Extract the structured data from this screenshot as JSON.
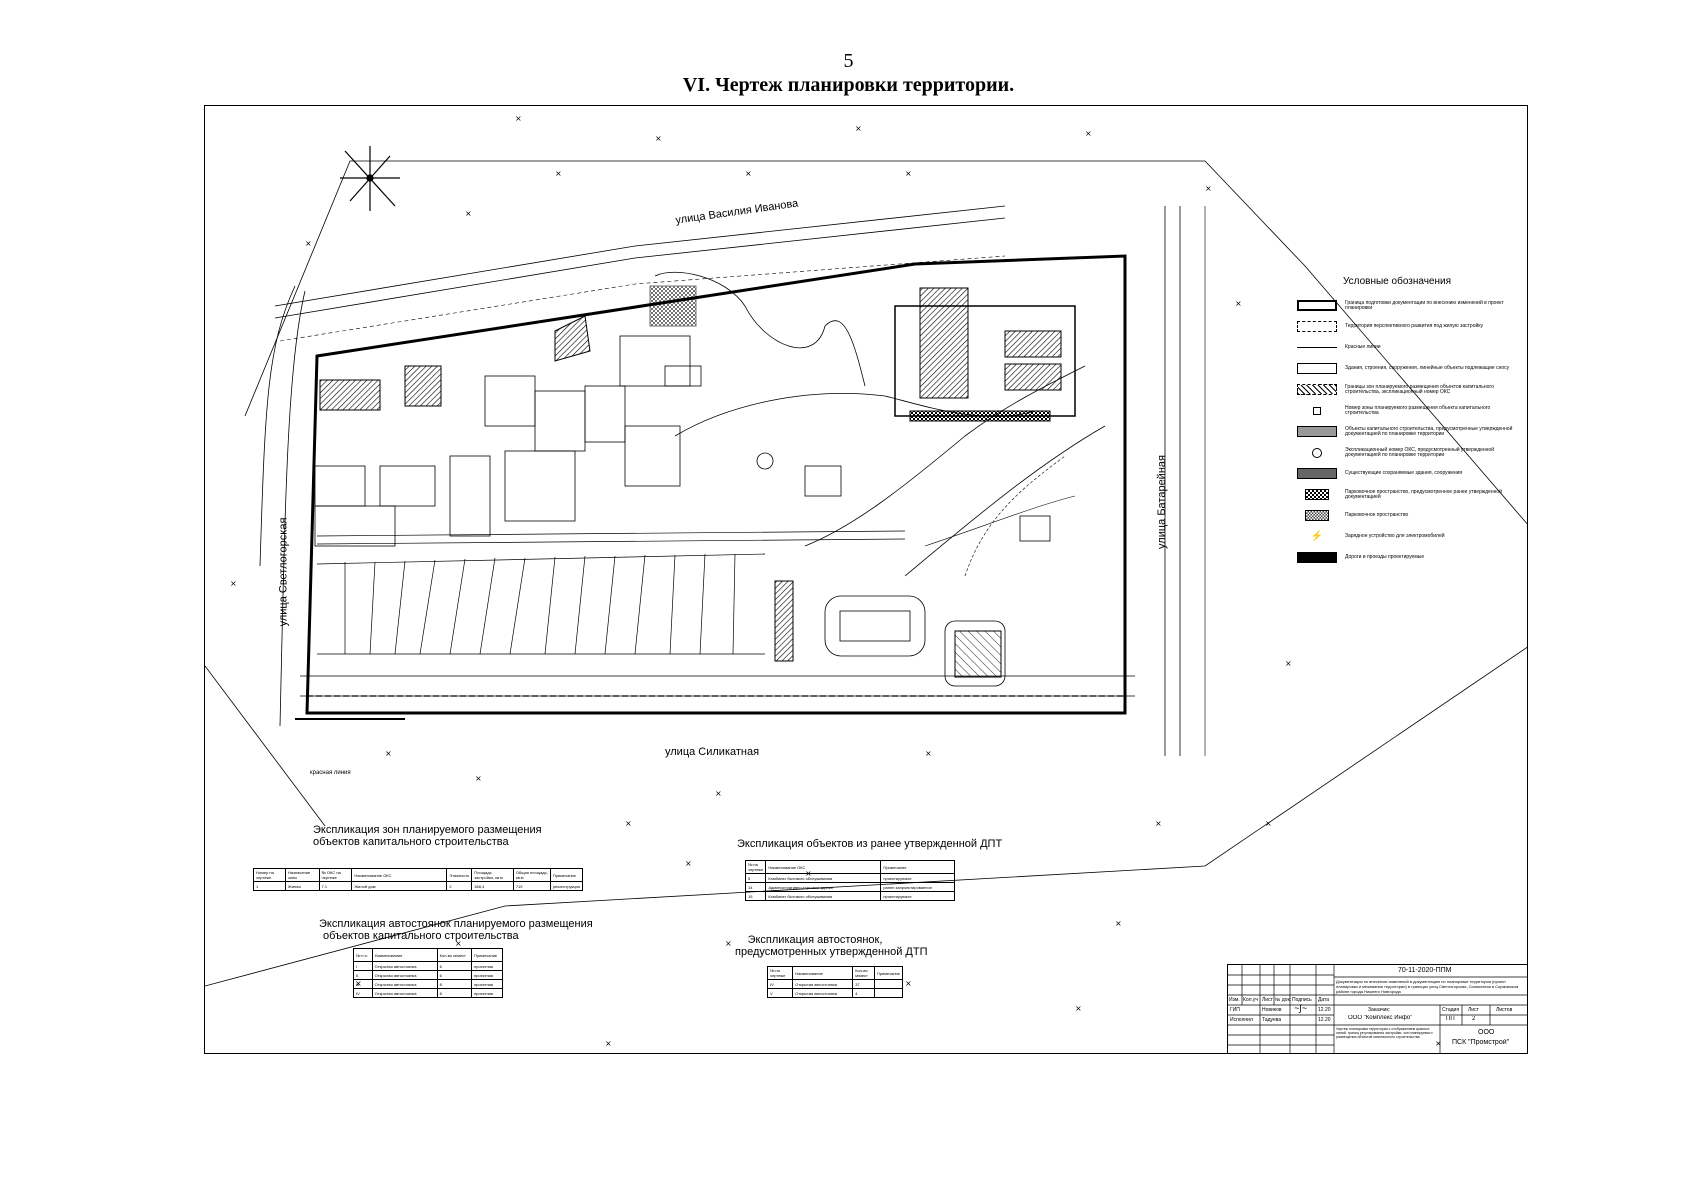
{
  "page_number": "5",
  "page_title": "VI.     Чертеж планировки территории.",
  "streets": {
    "vasilia_ivanova": "улица Василия Иванова",
    "silikatnaya": "улица Силикатная",
    "svetlogorskaya": "улица Светлогорская",
    "batareynaya": "улица Батарейная",
    "red_line": "красная линия"
  },
  "legend": {
    "title": "Условные обозначения",
    "items": [
      "Граница подготовки документации по внесению изменений в проект планировки",
      "Территория перспективного развития под жилую застройку",
      "Красные линии",
      "Здания, строения, сооружения, линейные объекты подлежащие сносу",
      "Границы зон планируемого размещения объектов капитального строительства, экспликационный номер ОКС",
      "Номер зоны планируемого размещения объекта капитального строительства",
      "Объекты капитального строительства, предусмотренные утвержденной документацией по планировке территории",
      "Экспликационный номер ОКС, предусмотренный утвержденной документацией по планировке территории",
      "Существующие сохраняемые здания, сооружения",
      "Парковочное пространство, предусмотренное ранее утвержденной документацией",
      "Парковочное пространство",
      "Зарядное устройство для электромобилей",
      "Дороги и проезды проектируемые"
    ]
  },
  "explications": {
    "zones": {
      "title_line1": "Экспликация зон планируемого размещения",
      "title_line2": "объектов капитального строительства",
      "headers": [
        "Номер на чертеже",
        "Назначение зоны",
        "№ ОКС на чертеже",
        "Наименование ОКС",
        "Этажность",
        "Площадь застройки, кв.м",
        "Общая площадь, кв.м",
        "Примечание"
      ],
      "rows": [
        [
          "1",
          "Жилая",
          "7.1",
          "Жилой дом",
          "2",
          "368,4",
          "719",
          "реконструкция"
        ]
      ]
    },
    "dpt_objects": {
      "title": "Экспликация объектов из ранее утвержденной ДПТ",
      "headers": [
        "№ на чертеже",
        "Наименование ОКС",
        "Примечание"
      ],
      "rows": [
        [
          "5",
          "Комбинат бытового обслуживания",
          "проектируемое"
        ],
        [
          "14",
          "Административно-торговое здание",
          "ранее запроектированное"
        ],
        [
          "15",
          "Комбинат бытового обслуживания",
          "проектируемое"
        ]
      ]
    },
    "parking_planned": {
      "title_line1": "Экспликация автостоянок  планируемого размещения",
      "title_line2": "объектов капитального строительства",
      "headers": [
        "№ п.п.",
        "Наименование",
        "Кол-во м/мест",
        "Примечание"
      ],
      "rows": [
        [
          "I",
          "Открытая автостоянка",
          "6",
          "проектная"
        ],
        [
          "II",
          "Открытая автостоянка",
          "6",
          "проектная"
        ],
        [
          "III",
          "Открытая автостоянка",
          "8",
          "проектная"
        ],
        [
          "IV",
          "Открытая автостоянка",
          "8",
          "проектная"
        ]
      ]
    },
    "parking_dpt": {
      "title_line1": "Экспликация автостоянок,",
      "title_line2": "предусмотренных утвержденной ДТП",
      "headers": [
        "№ на чертеже",
        "Наименование",
        "Кол-во м/мест",
        "Примечание"
      ],
      "rows": [
        [
          "IV",
          "Открытая автостоянка",
          "37",
          ""
        ],
        [
          "V",
          "Открытая автостоянка",
          "4",
          ""
        ]
      ]
    }
  },
  "stamp": {
    "code": "70-11-2020-ППМ",
    "description": "Документация по внесению изменений в документацию по планировке территории (проект планировки и межевания территории) в границах улиц Светлогорская, Силикатная в Сормовском районе города Нижнего Новгорода",
    "col_headers": [
      "Изм.",
      "Кол.уч",
      "Лист",
      "№ док.",
      "Подпись",
      "Дата"
    ],
    "gip_role": "ГИП",
    "gip_name": "Новиков",
    "exec_role": "Исполнил",
    "exec_name": "Тадуева",
    "date1": "12.20",
    "date2": "12.20",
    "customer_label": "Заказчик:",
    "customer_name": "ООО \"Комплекс Инфо\"",
    "stage_label": "Стадия",
    "sheet_label": "Лист",
    "sheets_label": "Листов",
    "stage_value": "ПП",
    "sheet_value": "2",
    "drawing_name": "Чертеж планировки территории с отображением красных линий, границ регулирования застройки, зон планируемого размещения объектов капитального строительства",
    "org_line1": "ООО",
    "org_line2": "ПСК \"Промстрой\""
  }
}
